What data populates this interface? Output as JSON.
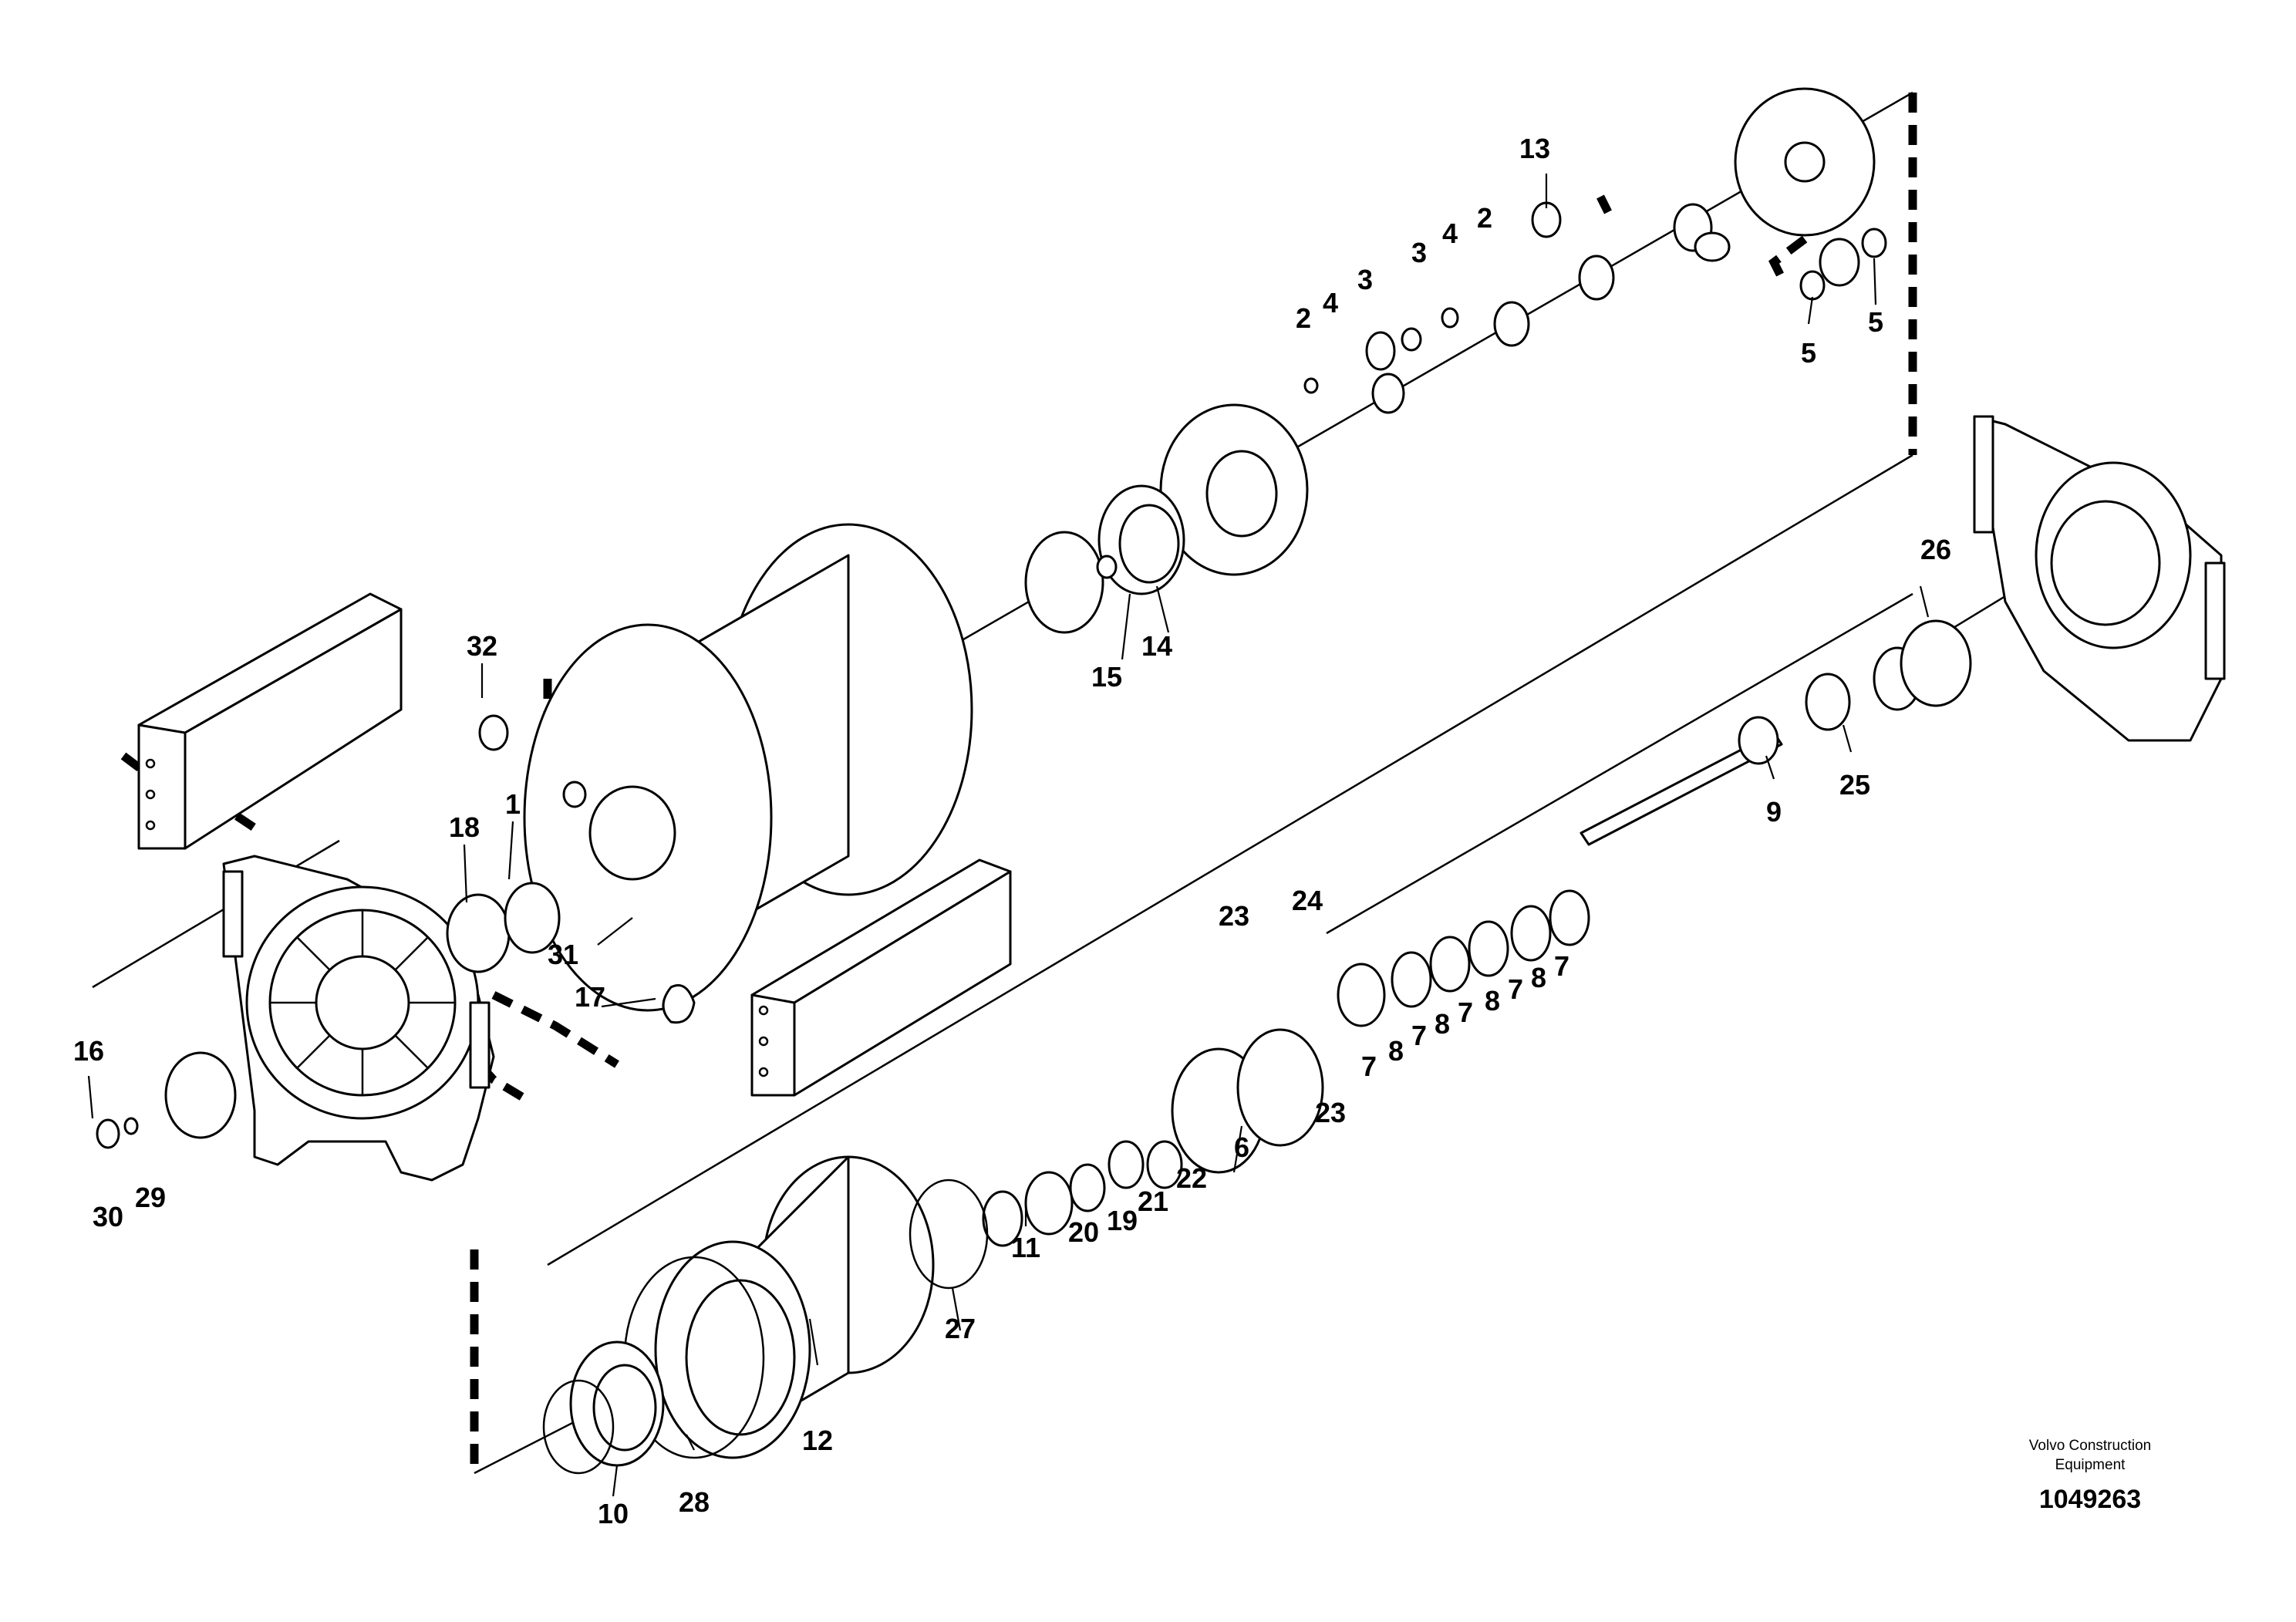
{
  "callouts": [
    {
      "id": "c1",
      "text": "1"
    },
    {
      "id": "c2a",
      "text": "2"
    },
    {
      "id": "c2b",
      "text": "2"
    },
    {
      "id": "c3a",
      "text": "3"
    },
    {
      "id": "c3b",
      "text": "3"
    },
    {
      "id": "c4a",
      "text": "4"
    },
    {
      "id": "c4b",
      "text": "4"
    },
    {
      "id": "c5a",
      "text": "5"
    },
    {
      "id": "c5b",
      "text": "5"
    },
    {
      "id": "c6",
      "text": "6"
    },
    {
      "id": "c7a",
      "text": "7"
    },
    {
      "id": "c7b",
      "text": "7"
    },
    {
      "id": "c7c",
      "text": "7"
    },
    {
      "id": "c7d",
      "text": "7"
    },
    {
      "id": "c7e",
      "text": "7"
    },
    {
      "id": "c8a",
      "text": "8"
    },
    {
      "id": "c8b",
      "text": "8"
    },
    {
      "id": "c8c",
      "text": "8"
    },
    {
      "id": "c8d",
      "text": "8"
    },
    {
      "id": "c9",
      "text": "9"
    },
    {
      "id": "c10",
      "text": "10"
    },
    {
      "id": "c11",
      "text": "11"
    },
    {
      "id": "c12",
      "text": "12"
    },
    {
      "id": "c13",
      "text": "13"
    },
    {
      "id": "c14",
      "text": "14"
    },
    {
      "id": "c15",
      "text": "15"
    },
    {
      "id": "c16",
      "text": "16"
    },
    {
      "id": "c17",
      "text": "17"
    },
    {
      "id": "c18",
      "text": "18"
    },
    {
      "id": "c19",
      "text": "19"
    },
    {
      "id": "c20",
      "text": "20"
    },
    {
      "id": "c21",
      "text": "21"
    },
    {
      "id": "c22",
      "text": "22"
    },
    {
      "id": "c23a",
      "text": "23"
    },
    {
      "id": "c23b",
      "text": "23"
    },
    {
      "id": "c24",
      "text": "24"
    },
    {
      "id": "c25",
      "text": "25"
    },
    {
      "id": "c26",
      "text": "26"
    },
    {
      "id": "c27",
      "text": "27"
    },
    {
      "id": "c28",
      "text": "28"
    },
    {
      "id": "c29",
      "text": "29"
    },
    {
      "id": "c30",
      "text": "30"
    },
    {
      "id": "c31",
      "text": "31"
    },
    {
      "id": "c32",
      "text": "32"
    }
  ],
  "credit": {
    "line1": "Volvo Construction",
    "line2": "Equipment",
    "number": "1049263"
  }
}
